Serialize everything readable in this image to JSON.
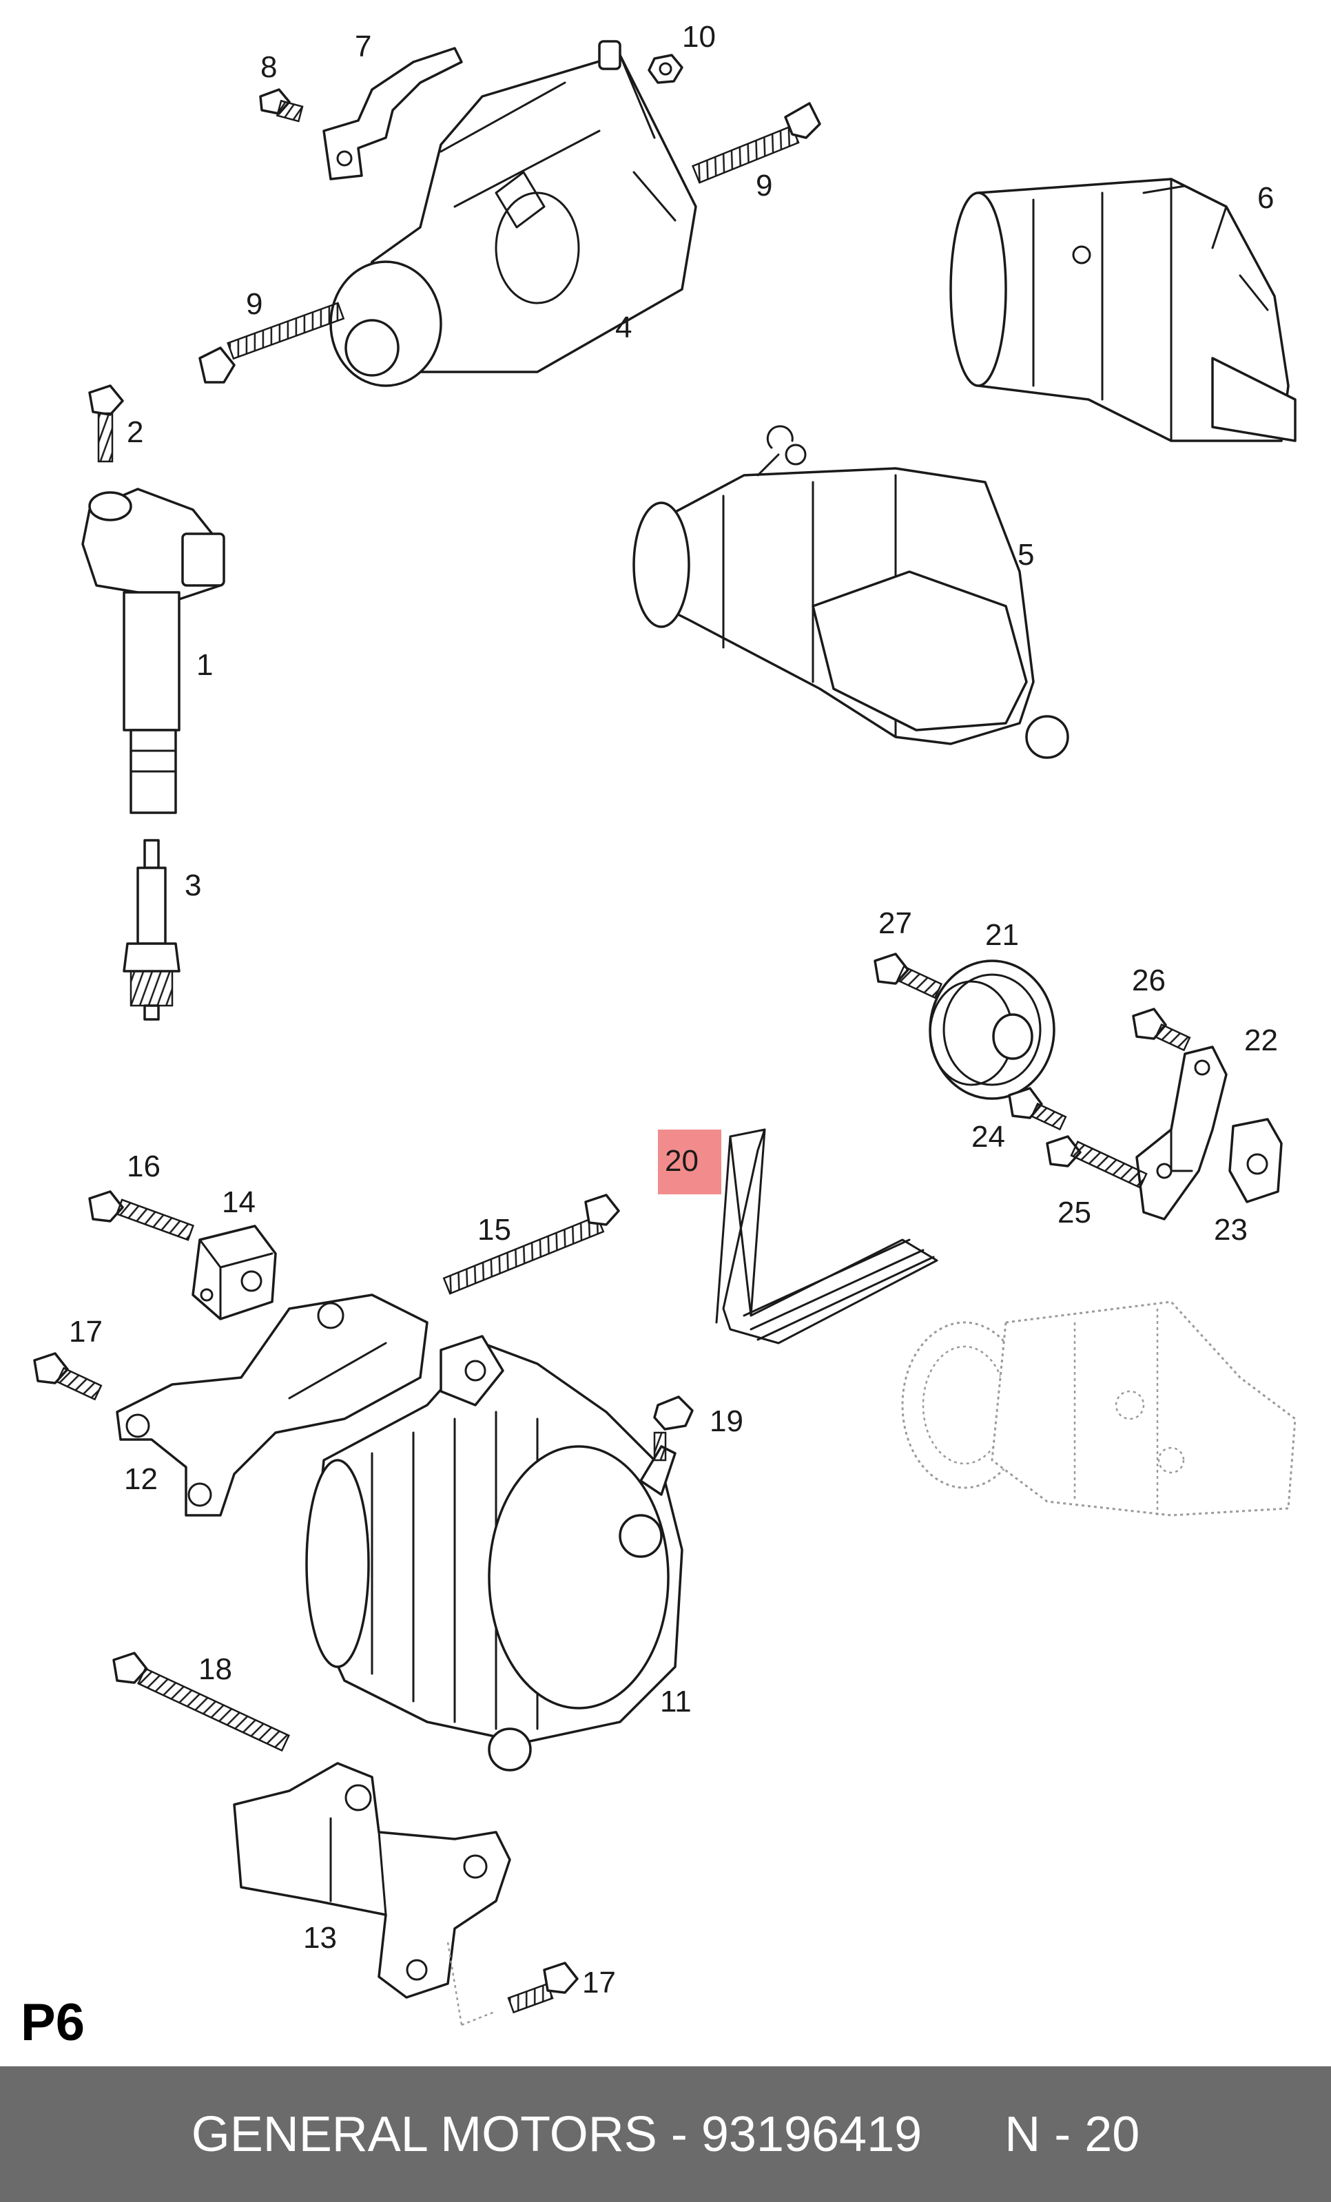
{
  "diagram": {
    "page_code": "P6",
    "highlighted_callout": "20",
    "highlight_color": "#f28b8b",
    "callouts": [
      "1",
      "2",
      "3",
      "4",
      "5",
      "6",
      "7",
      "8",
      "9",
      "9",
      "10",
      "11",
      "12",
      "13",
      "14",
      "15",
      "16",
      "17",
      "17",
      "18",
      "19",
      "20",
      "21",
      "22",
      "23",
      "24",
      "25",
      "26",
      "27"
    ]
  },
  "footer": {
    "brand": "GENERAL MOTORS",
    "separator": "-",
    "part_number": "93196419",
    "callout_ref": "N - 20",
    "background_color": "#6b6b6b"
  }
}
